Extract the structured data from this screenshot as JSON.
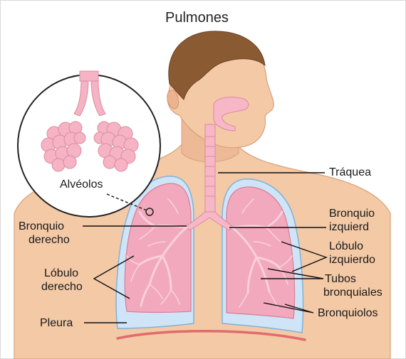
{
  "title": "Pulmones",
  "inset_label": "Alvéolos",
  "labels": {
    "traquea": "Tráquea",
    "bronquio_izq_1": "Bronquio",
    "bronquio_izq_2": "izquierd",
    "lobulo_izq_1": "Lóbulo",
    "lobulo_izq_2": "izquierdo",
    "tubos_1": "Tubos",
    "tubos_2": "bronquiales",
    "bronquiolos": "Bronquiolos",
    "bronquio_der_1": "Bronquio",
    "bronquio_der_2": "derecho",
    "lobulo_der_1": "Lóbulo",
    "lobulo_der_2": "derecho",
    "pleura": "Pleura"
  },
  "colors": {
    "skin": "#f3c9a6",
    "skin_shade": "#e8b28c",
    "hair": "#8a5a33",
    "lung": "#f2a9bd",
    "pleura": "#cfe5f7",
    "pleura_line": "#7fb2da",
    "airway": "#f7b7c6",
    "diaphragm": "#e06c6c",
    "alveoli": "#f6b3c4",
    "leader_line": "#111111"
  }
}
